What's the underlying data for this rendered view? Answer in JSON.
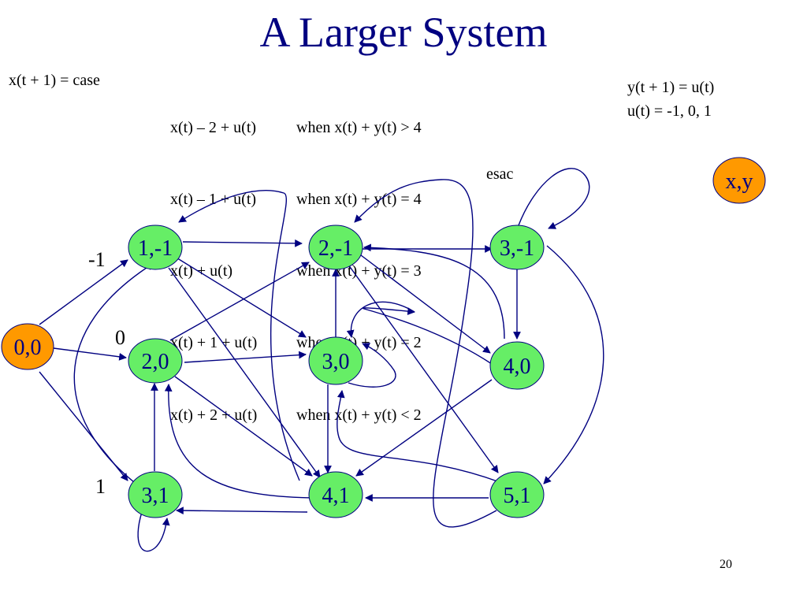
{
  "title": "A Larger System",
  "equations": {
    "lhs": "x(t + 1) = case",
    "rows": [
      {
        "expr": "x(t) – 2 + u(t)",
        "cond": "when x(t) + y(t) > 4"
      },
      {
        "expr": "x(t) – 1 + u(t)",
        "cond": "when x(t) + y(t) = 4"
      },
      {
        "expr": "x(t) + u(t)",
        "cond": "when x(t) + y(t) = 3"
      },
      {
        "expr": "x(t) + 1 + u(t)",
        "cond": "when x(t) + y(t) = 2"
      },
      {
        "expr": "x(t) + 2 + u(t)",
        "cond": "when x(t) + y(t) < 2"
      }
    ],
    "end": "esac"
  },
  "side": {
    "line1": "y(t + 1) = u(t)",
    "line2": "u(t) = -1, 0, 1"
  },
  "legend_node": "x,y",
  "row_labels": {
    "top": "-1",
    "middle": "0",
    "bottom": "1"
  },
  "nodes": {
    "n00": "0,0",
    "n1m1": "1,-1",
    "n2m1": "2,-1",
    "n3m1": "3,-1",
    "n20": "2,0",
    "n30": "3,0",
    "n40": "4,0",
    "n31": "3,1",
    "n41": "4,1",
    "n51": "5,1"
  },
  "colors": {
    "title": "#000080",
    "node_green": "#66ee66",
    "node_orange": "#ff9900",
    "edge": "#000080",
    "label_text": "#000080"
  },
  "slide_number": "20"
}
